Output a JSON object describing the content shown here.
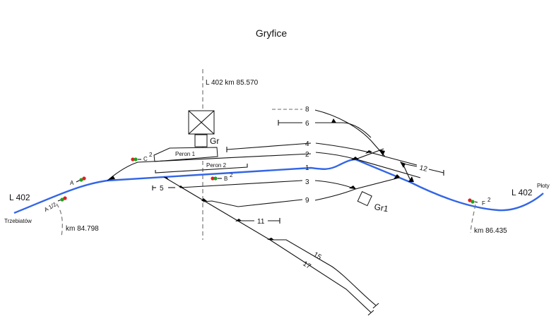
{
  "title": "Gryfice",
  "line": {
    "name_left": "L 402",
    "name_right": "L 402",
    "destination_left": "Trzebiatów",
    "destination_right": "Płoty",
    "axis_label": "L 402  km  85.570",
    "km_left": "km  84.798",
    "km_right": "km  86.435",
    "main_color": "#3366e6"
  },
  "buildings": {
    "station": "Gr",
    "signal_box": "Gr1"
  },
  "platforms": {
    "p1": "Peron 1",
    "p2": "Peron 2"
  },
  "signals": {
    "a": "A",
    "a12": "A 1/2",
    "b": "B",
    "b_sup": "2",
    "c": "C",
    "c_sup": "2",
    "f": "F",
    "f_sup": "2",
    "red": "#e02020",
    "green": "#22a022"
  },
  "tracks": {
    "t1": "1",
    "t2": "2",
    "t3": "3",
    "t4": "4",
    "t5": "5",
    "t6": "6",
    "t8": "8",
    "t9": "9",
    "t11": "11",
    "t12": "12",
    "t15": "15",
    "t17": "17"
  }
}
